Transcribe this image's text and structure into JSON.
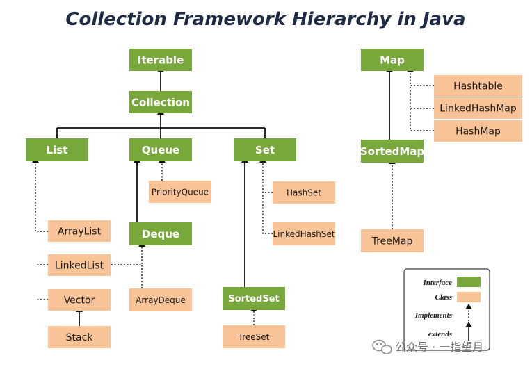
{
  "title": "Collection Framework Hierarchy in Java",
  "colors": {
    "interface": "#78a83b",
    "class": "#f9c398",
    "line": "#111111",
    "title": "#1f2a44"
  },
  "nodes": {
    "iterable": {
      "label": "Iterable",
      "kind": "interface"
    },
    "collection": {
      "label": "Collection",
      "kind": "interface"
    },
    "list": {
      "label": "List",
      "kind": "interface"
    },
    "queue": {
      "label": "Queue",
      "kind": "interface"
    },
    "set": {
      "label": "Set",
      "kind": "interface"
    },
    "map": {
      "label": "Map",
      "kind": "interface"
    },
    "deque": {
      "label": "Deque",
      "kind": "interface"
    },
    "sortedset": {
      "label": "SortedSet",
      "kind": "interface"
    },
    "sortedmap": {
      "label": "SortedMap",
      "kind": "interface"
    },
    "arraylist": {
      "label": "ArrayList",
      "kind": "class"
    },
    "linkedlist": {
      "label": "LinkedList",
      "kind": "class"
    },
    "vector": {
      "label": "Vector",
      "kind": "class"
    },
    "stack": {
      "label": "Stack",
      "kind": "class"
    },
    "priorityqueue": {
      "label": "PriorityQueue",
      "kind": "class"
    },
    "arraydeque": {
      "label": "ArrayDeque",
      "kind": "class"
    },
    "hashset": {
      "label": "HashSet",
      "kind": "class"
    },
    "linkedhashset": {
      "label": "LinkedHashSet",
      "kind": "class"
    },
    "treeset": {
      "label": "TreeSet",
      "kind": "class"
    },
    "hashtable": {
      "label": "Hashtable",
      "kind": "class"
    },
    "linkedhashmap": {
      "label": "LinkedHashMap",
      "kind": "class"
    },
    "hashmap": {
      "label": "HashMap",
      "kind": "class"
    },
    "treemap": {
      "label": "TreeMap",
      "kind": "class"
    }
  },
  "legend": {
    "interface_label": "Interface",
    "class_label": "Class",
    "implements_label": "Implements",
    "extends_label": "extends"
  },
  "footer": {
    "icon": "wechat-icon",
    "text": "公众号 · 一指望月"
  }
}
